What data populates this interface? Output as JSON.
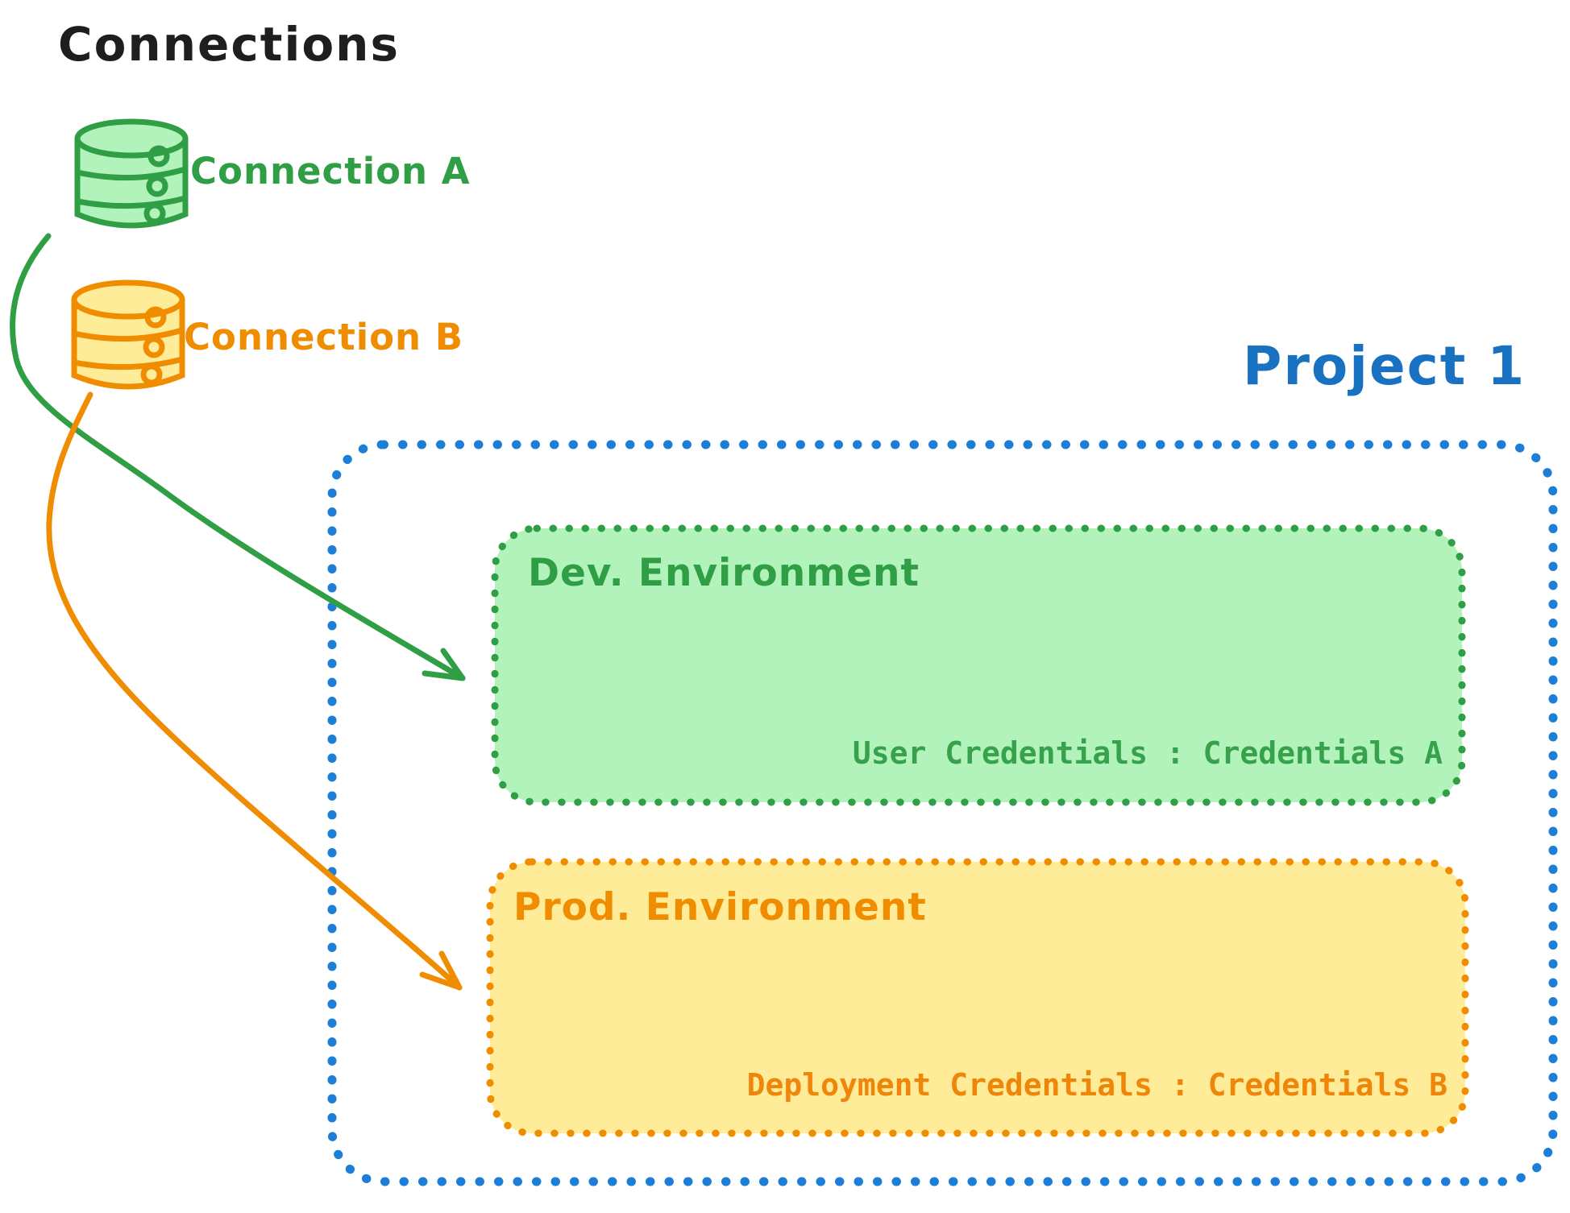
{
  "diagram_title": "Connections",
  "connections": {
    "a": {
      "label": "Connection A",
      "color": "#2f9e44",
      "icon": "database-icon"
    },
    "b": {
      "label": "Connection B",
      "color": "#f08c00",
      "icon": "database-icon"
    }
  },
  "project": {
    "title": "Project 1",
    "title_color": "#1971c2",
    "border_color": "#1c7ed6",
    "environments": {
      "dev": {
        "name": "Dev. Environment",
        "credentials_text": "User Credentials : Credentials A",
        "stroke_color": "#2f9e44",
        "fill_color": "#b2f2bb",
        "source_connection": "Connection A"
      },
      "prod": {
        "name": "Prod. Environment",
        "credentials_text": "Deployment Credentials : Credentials B",
        "stroke_color": "#f08c00",
        "fill_color": "#ffec99",
        "source_connection": "Connection B"
      }
    }
  }
}
